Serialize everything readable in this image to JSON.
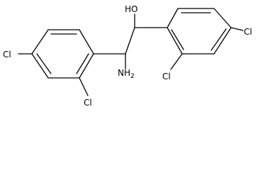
{
  "structure": {
    "labels": {
      "hydroxyl": "HO",
      "amino": "NH",
      "amino_subscript": "2",
      "cl_left_ring_para": "Cl",
      "cl_left_ring_ortho": "Cl",
      "cl_right_ring_ortho": "Cl",
      "cl_right_ring_para": "Cl"
    },
    "colors": {
      "bond": "#000000",
      "label": "#000000",
      "background": "#ffffff"
    }
  }
}
